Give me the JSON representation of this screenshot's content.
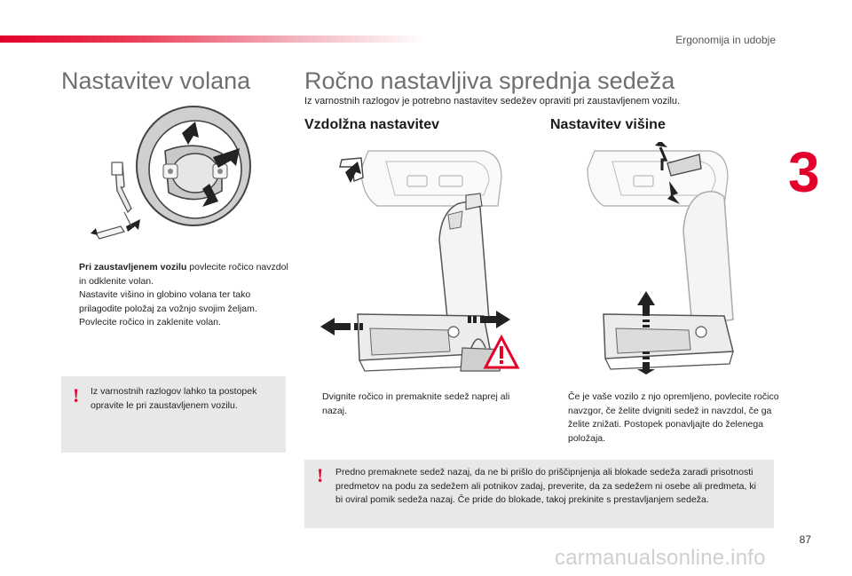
{
  "header": {
    "section": "Ergonomija in udobje",
    "chapter": "3"
  },
  "left": {
    "title": "Nastavitev volana",
    "bullets": [
      {
        "bold": "Pri zaustavljenem vozilu",
        "text": " povlecite ročico navzdol in odklenite volan."
      },
      {
        "bold": "",
        "text": "Nastavite višino in globino volana ter tako prilagodite položaj za vožnjo svojim željam."
      },
      {
        "bold": "",
        "text": "Povlecite ročico in zaklenite volan."
      }
    ],
    "warning": "Iz varnostnih razlogov lahko ta postopek opravite le pri zaustavljenem vozilu."
  },
  "right": {
    "title": "Ročno nastavljiva sprednja sedeža",
    "intro": "Iz varnostnih razlogov je potrebno nastavitev sedežev opraviti pri zaustavljenem vozilu.",
    "longitudinal": {
      "title": "Vzdolžna nastavitev",
      "bullet": "Dvignite ročico in premaknite sedež naprej ali nazaj."
    },
    "height": {
      "title": "Nastavitev višine",
      "bullet": "Če je vaše vozilo z njo opremljeno, povlecite ročico navzgor, če želite dvigniti sedež in navzdol, če ga želite znižati. Postopek ponavljajte do želenega položaja."
    },
    "warning": "Predno premaknete sedež nazaj, da ne bi prišlo do priščipnjenja ali blokade sedeža zaradi prisotnosti predmetov na podu za sedežem ali potnikov zadaj, preverite, da za sedežem ni osebe ali predmeta, ki bi oviral pomik sedeža nazaj. Če pride do blokade, takoj prekinite s prestavljanjem sedeža."
  },
  "footer": {
    "page": "87",
    "watermark": "carmanualsonline.info"
  },
  "symbols": {
    "bullet": "",
    "warning": "!"
  },
  "colors": {
    "accent": "#e3002b",
    "panel": "#e8e8e8",
    "title": "#6f6f6f"
  }
}
